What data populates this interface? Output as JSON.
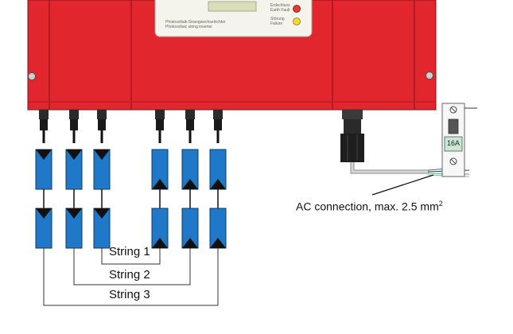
{
  "inverter": {
    "panel_title_de": "Photovoltaik-Strangwechselrichter",
    "panel_title_en": "Photovoltaic string inverter",
    "earth_fault_de": "Erdschluss",
    "earth_fault_en": "Earth Fault",
    "fault_de": "Störung",
    "fault_en": "Failure",
    "colors": {
      "housing": "#e2262e",
      "earth_fault_led": "#e53935",
      "fault_led": "#f2d63a"
    }
  },
  "module_color": "#1f78c8",
  "strings": [
    {
      "label": "String 1"
    },
    {
      "label": "String 2"
    },
    {
      "label": "String 3"
    }
  ],
  "ac": {
    "label": "AC connection, max. 2.5 mm",
    "superscript": "2",
    "breaker_rating": "16A"
  }
}
